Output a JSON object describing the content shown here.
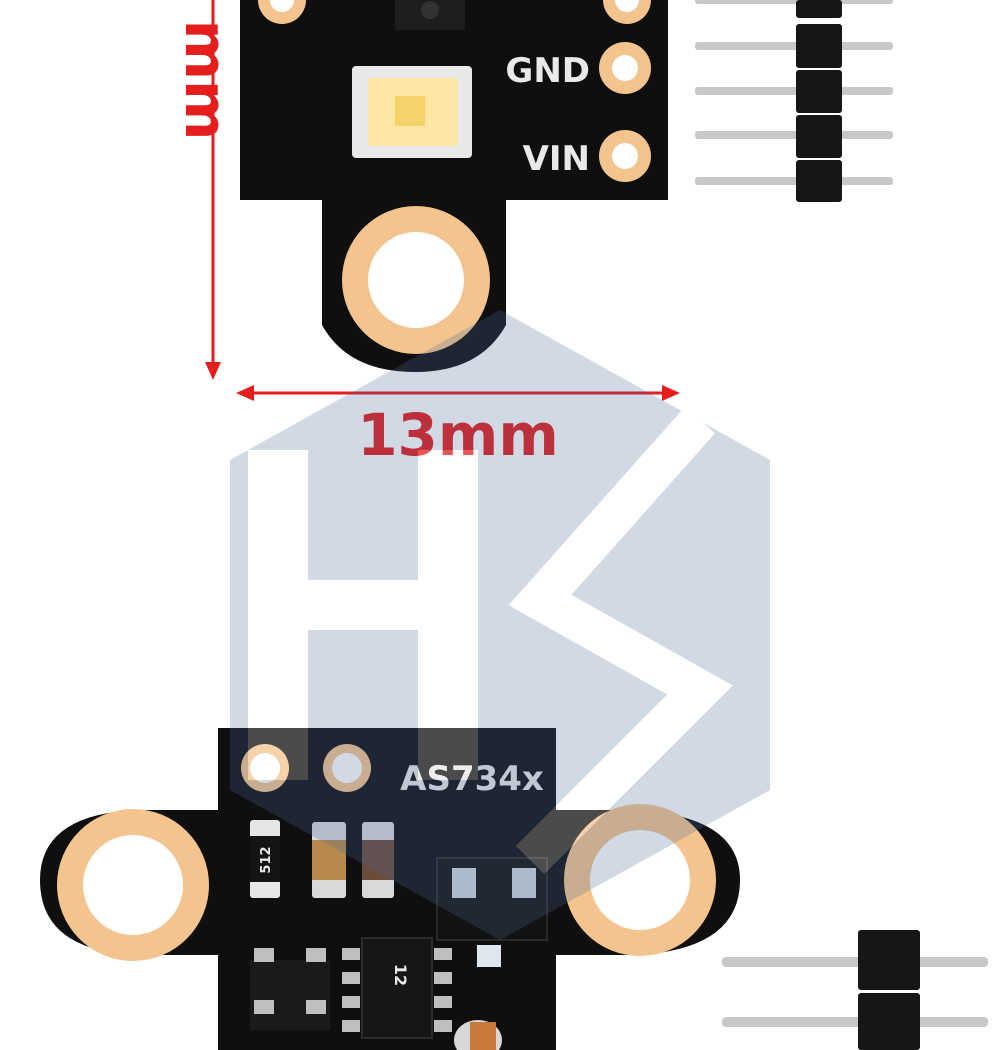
{
  "dimensions": {
    "height_label": "mm",
    "width_label": "13mm",
    "color": "#e41d1d"
  },
  "top_board": {
    "pins": [
      {
        "label": "GND"
      },
      {
        "label": "VIN"
      }
    ],
    "led_color": "#fbe7a3"
  },
  "bottom_board": {
    "silkscreen": "AS734x",
    "resistor_marking": "512",
    "ic_marking": "12"
  },
  "colors": {
    "pcb": "#0f0f0f",
    "pad": "#f3c48e",
    "pin_metal": "#c8c8c8",
    "header_plastic": "#161616",
    "watermark": "#4a6a9a"
  }
}
